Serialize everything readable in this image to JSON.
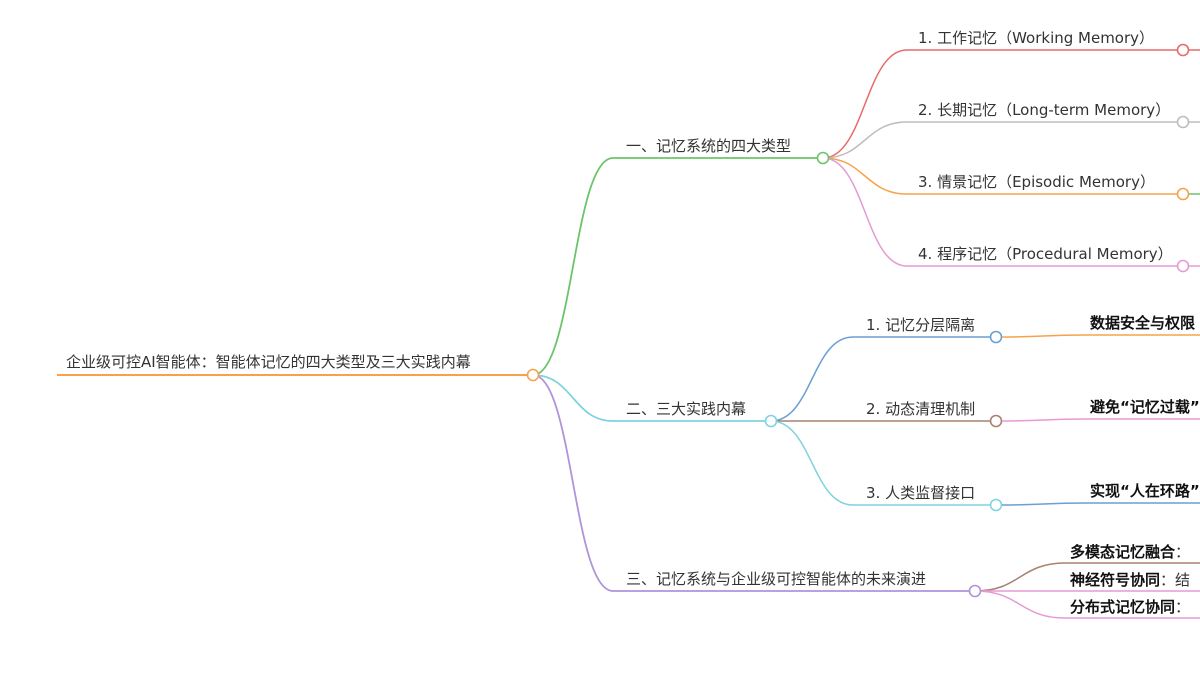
{
  "mindmap": {
    "root": {
      "label": "企业级可控AI智能体：智能体记忆的四大类型及三大实践内幕",
      "color": "#f7a24a"
    },
    "branches": [
      {
        "id": "types",
        "label": "一、记忆系统的四大类型",
        "color": "#6cc46a",
        "children": [
          {
            "label": "1. 工作记忆（Working Memory）",
            "color": "#e86a6a"
          },
          {
            "label": "2. 长期记忆（Long-term Memory）",
            "color": "#bdbdbd"
          },
          {
            "label": "3. 情景记忆（Episodic Memory）",
            "color": "#f7a24a"
          },
          {
            "label": "4. 程序记忆（Procedural Memory）",
            "color": "#e59ad3"
          }
        ]
      },
      {
        "id": "practices",
        "label": "二、三大实践内幕",
        "color": "#7fd3e0",
        "children": [
          {
            "label": "1. 记忆分层隔离",
            "color": "#6a9fd4",
            "leaf": {
              "label": "数据安全与权限",
              "color": "#f7a24a"
            }
          },
          {
            "label": "2. 动态清理机制",
            "color": "#a98170",
            "leaf": {
              "label": "避免“记忆过载”",
              "color": "#e59ad3"
            }
          },
          {
            "label": "3. 人类监督接口",
            "color": "#7fd3e0",
            "leaf": {
              "label": "实现“人在环路”",
              "color": "#6a9fd4"
            }
          }
        ]
      },
      {
        "id": "future",
        "label": "三、记忆系统与企业级可控智能体的未来演进",
        "color": "#b093d9",
        "children": [
          {
            "label": "多模态记忆融合",
            "rest": "：",
            "color": "#a98170"
          },
          {
            "label": "神经符号协同",
            "rest": "：结",
            "color": "#e59ad3"
          },
          {
            "label": "分布式记忆协同",
            "rest": "：",
            "color": "#e59ad3"
          }
        ]
      }
    ]
  }
}
